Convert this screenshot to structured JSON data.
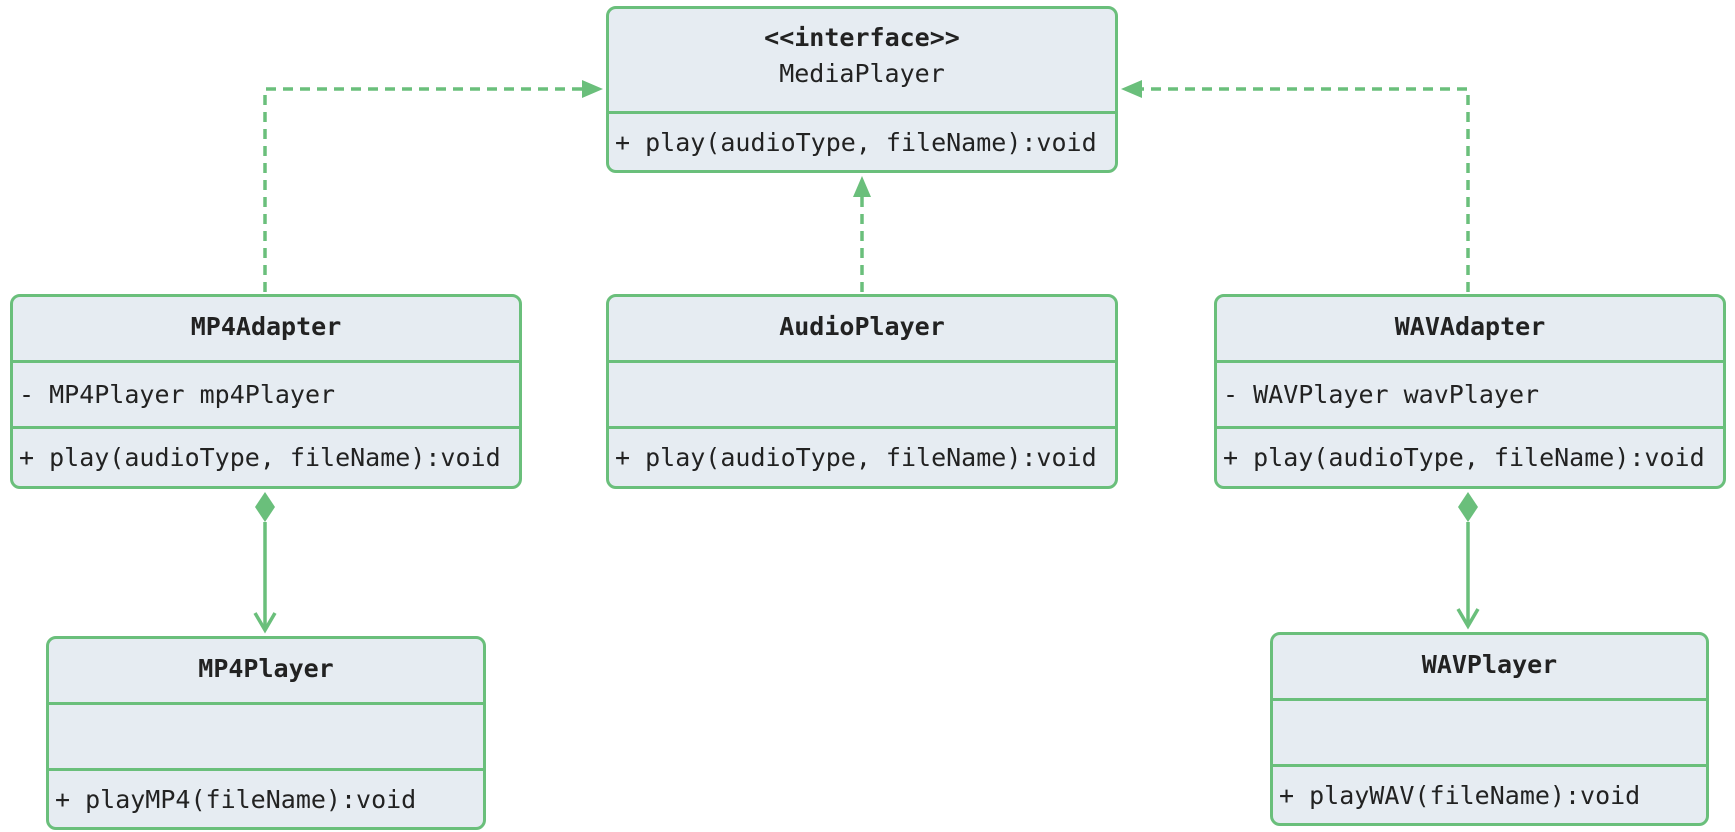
{
  "colors": {
    "stroke": "#6abf7b",
    "fill": "#e6ecf2",
    "text": "#222222"
  },
  "classes": {
    "media_player": {
      "stereotype": "<<interface>>",
      "name": "MediaPlayer",
      "attributes": [],
      "methods": [
        "+ play(audioType, fileName):void"
      ]
    },
    "mp4_adapter": {
      "name": "MP4Adapter",
      "attributes": [
        "- MP4Player mp4Player"
      ],
      "methods": [
        "+ play(audioType, fileName):void"
      ]
    },
    "audio_player": {
      "name": "AudioPlayer",
      "attributes": [],
      "methods": [
        "+ play(audioType, fileName):void"
      ]
    },
    "wav_adapter": {
      "name": "WAVAdapter",
      "attributes": [
        "- WAVPlayer wavPlayer"
      ],
      "methods": [
        "+ play(audioType, fileName):void"
      ]
    },
    "mp4_player": {
      "name": "MP4Player",
      "attributes": [],
      "methods": [
        "+ playMP4(fileName):void"
      ]
    },
    "wav_player": {
      "name": "WAVPlayer",
      "attributes": [],
      "methods": [
        "+ playWAV(fileName):void"
      ]
    }
  },
  "relations": [
    {
      "from": "mp4_adapter",
      "to": "media_player",
      "type": "realization"
    },
    {
      "from": "audio_player",
      "to": "media_player",
      "type": "realization"
    },
    {
      "from": "wav_adapter",
      "to": "media_player",
      "type": "realization"
    },
    {
      "from": "mp4_adapter",
      "to": "mp4_player",
      "type": "composition"
    },
    {
      "from": "wav_adapter",
      "to": "wav_player",
      "type": "composition"
    }
  ]
}
